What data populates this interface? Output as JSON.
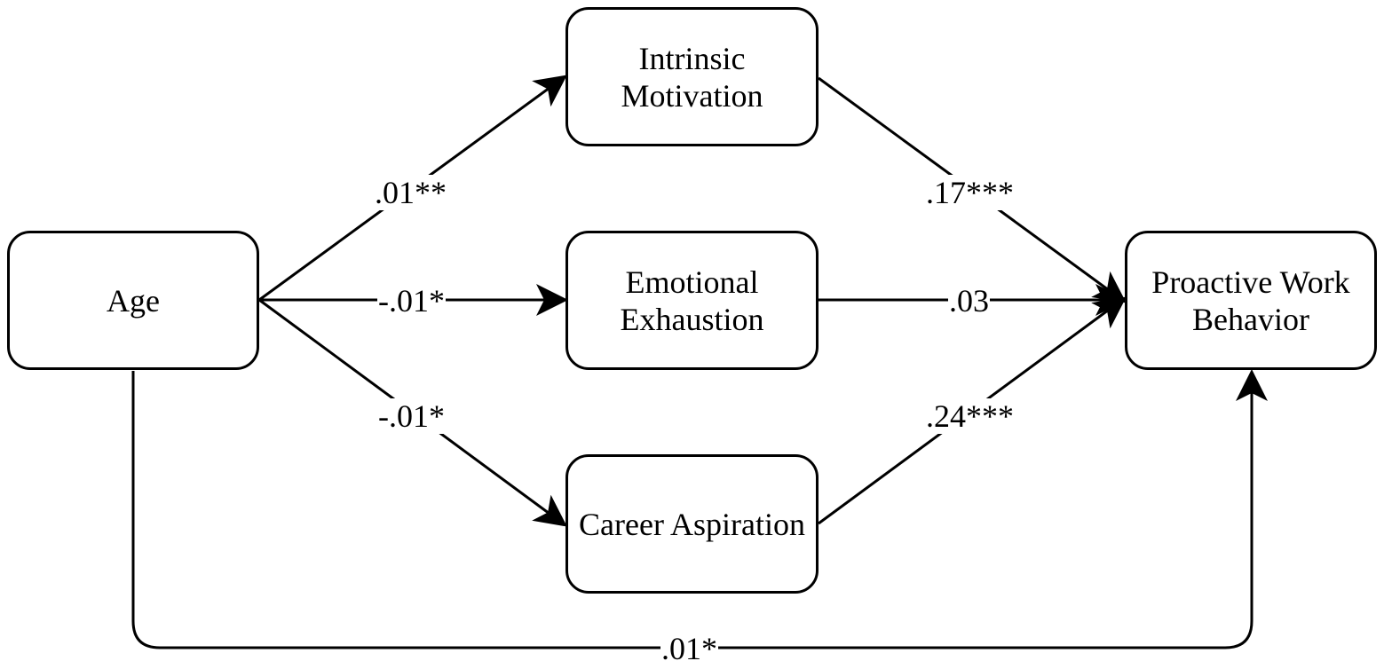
{
  "nodes": {
    "age": {
      "lines": [
        "Age"
      ]
    },
    "intrinsic": {
      "lines": [
        "Intrinsic",
        "Motivation"
      ]
    },
    "emotional": {
      "lines": [
        "Emotional",
        "Exhaustion"
      ]
    },
    "career": {
      "lines": [
        "Career Aspiration"
      ]
    },
    "proactive": {
      "lines": [
        "Proactive Work",
        "Behavior"
      ]
    }
  },
  "edges": {
    "age_to_intrinsic": ".01**",
    "age_to_emotional": "-.01*",
    "age_to_career": "-.01*",
    "intrinsic_to_proactive": ".17***",
    "emotional_to_proactive": ".03",
    "career_to_proactive": ".24***",
    "age_to_proactive": ".01*"
  }
}
